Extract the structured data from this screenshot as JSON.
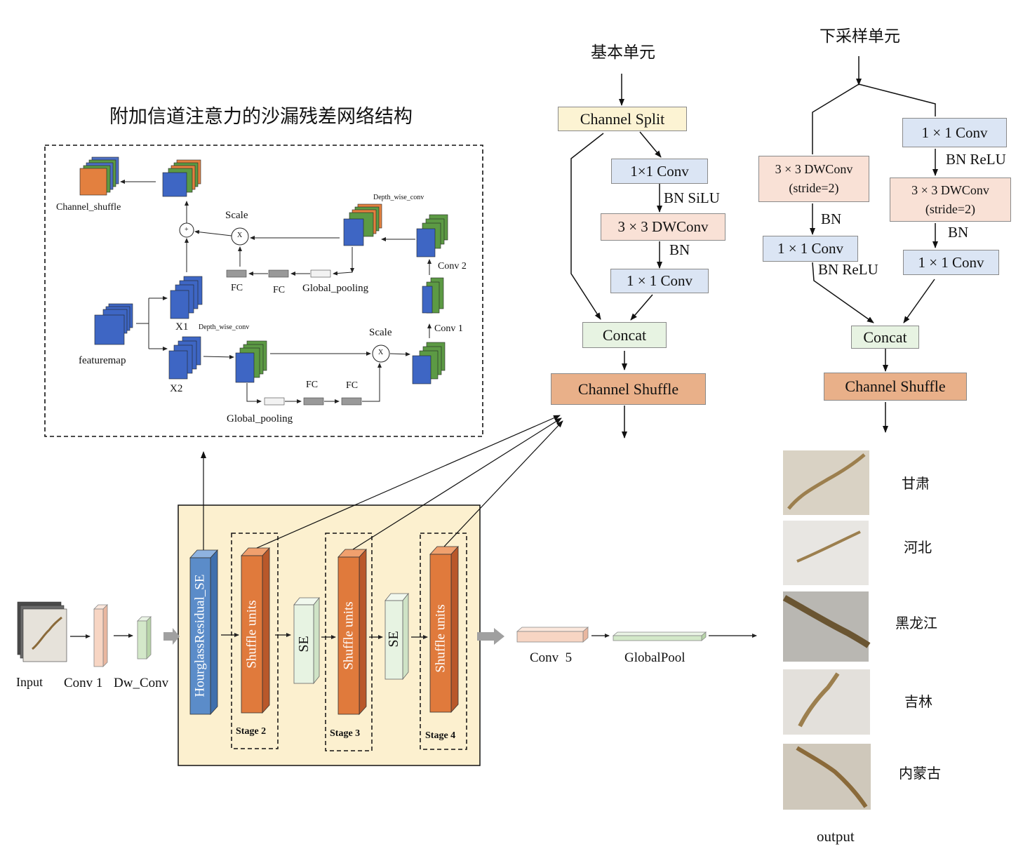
{
  "hourglass": {
    "title": "附加信道注意力的沙漏残差网络结构",
    "channel_shuffle": "Channel_shuffle",
    "scale_top": "Scale",
    "scale_bottom": "Scale",
    "depthwise_top": "Depth_wise_conv",
    "depthwise_bottom": "Depth_wise_conv",
    "conv2": "Conv 2",
    "conv1": "Conv 1",
    "fc_top_1": "FC",
    "fc_top_2": "FC",
    "global_pooling_top": "Global_pooling",
    "fc_bottom_1": "FC",
    "fc_bottom_2": "FC",
    "global_pooling_bottom": "Global_pooling",
    "x1": "X1",
    "x2": "X2",
    "featuremap": "featuremap",
    "plus": "+",
    "mult": "X"
  },
  "basic_unit": {
    "title": "基本单元",
    "channel_split": "Channel Split",
    "conv1x1_a": "1×1 Conv",
    "bn_silu": "BN SiLU",
    "dwconv": "3 × 3 DWConv",
    "bn": "BN",
    "conv1x1_b": "1 × 1 Conv",
    "concat": "Concat",
    "channel_shuffle": "Channel Shuffle"
  },
  "downsample_unit": {
    "title": "下采样单元",
    "left_dwconv": "3 × 3 DWConv",
    "left_stride": "(stride=2)",
    "left_bn": "BN",
    "left_conv": "1 × 1 Conv",
    "left_bn_relu": "BN ReLU",
    "right_conv_a": "1 × 1 Conv",
    "right_bn_relu": "BN ReLU",
    "right_dwconv": "3 × 3 DWConv",
    "right_stride": "(stride=2)",
    "right_bn": "BN",
    "right_conv_b": "1 × 1 Conv",
    "concat": "Concat",
    "channel_shuffle": "Channel Shuffle"
  },
  "pipeline": {
    "input": "Input",
    "conv1": "Conv 1",
    "dw_conv": "Dw_Conv",
    "hourglass_se": "HourglassResidual_SE",
    "shuffle_units": "Shuffle   units",
    "se": "SE",
    "stage2": "Stage 2",
    "stage3": "Stage 3",
    "stage4": "Stage 4",
    "conv5": "Conv  5",
    "global_pool": "GlobalPool"
  },
  "output": {
    "title": "output",
    "classes": [
      "甘肃",
      "河北",
      "黑龙江",
      "吉林",
      "内蒙古"
    ]
  },
  "colors": {
    "blue_box": "#dbe5f4",
    "pink_box": "#f9e1d6",
    "yellow_box": "#fcf3d3",
    "green_box": "#e7f3e2",
    "orange_box": "#e9b089",
    "stage_bar": "#e07a3c",
    "hourglass_bar": "#5b8cc9",
    "backbone_panel": "#fcf0cf"
  }
}
